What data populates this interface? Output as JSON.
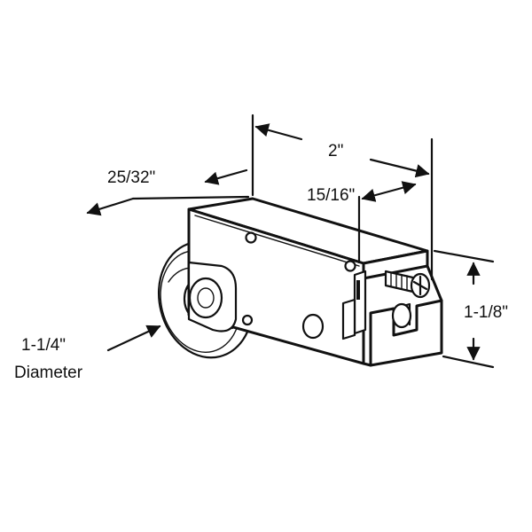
{
  "dimensions": {
    "width_overall": "2\"",
    "width_partial": "15/16\"",
    "depth": "25/32\"",
    "height": "1-1/8\"",
    "wheel_diameter_value": "1-1/4\"",
    "wheel_diameter_word": "Diameter"
  },
  "colors": {
    "line": "#111111",
    "background": "#ffffff"
  }
}
